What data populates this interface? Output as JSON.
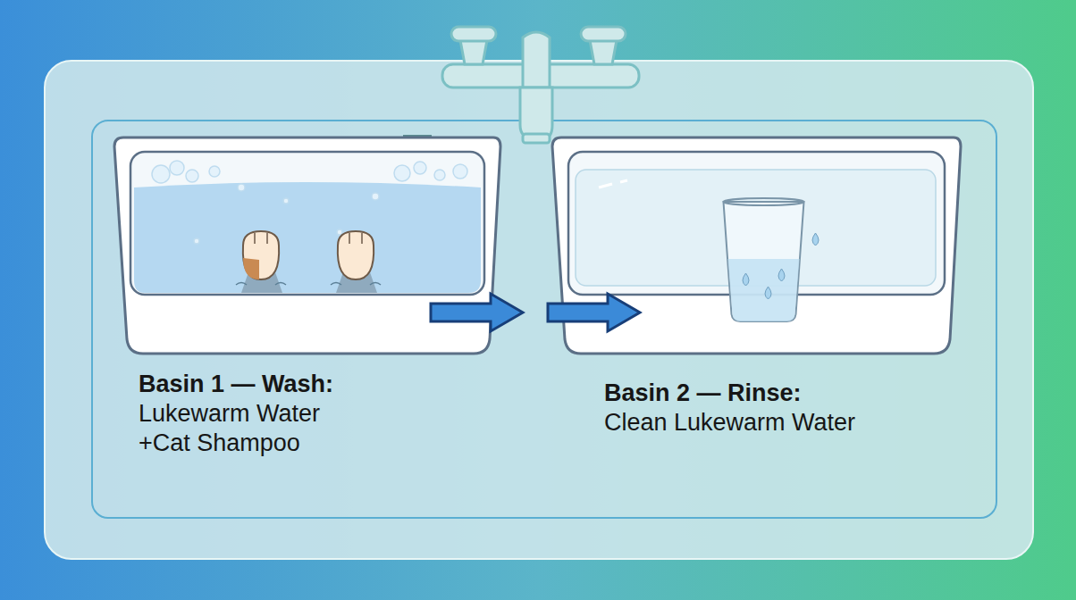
{
  "diagram": {
    "nodes": [
      {
        "text": [
          "Basin 1 — Wash:",
          "Lukewarm Water +Cat Shampoo"
        ]
      },
      {
        "text": [
          "Basin 2 — Rinse:",
          "Clean Lukewarm Water"
        ]
      }
    ],
    "edges": [
      {
        "from": 0,
        "to": 1,
        "arrow": "to"
      }
    ]
  }
}
